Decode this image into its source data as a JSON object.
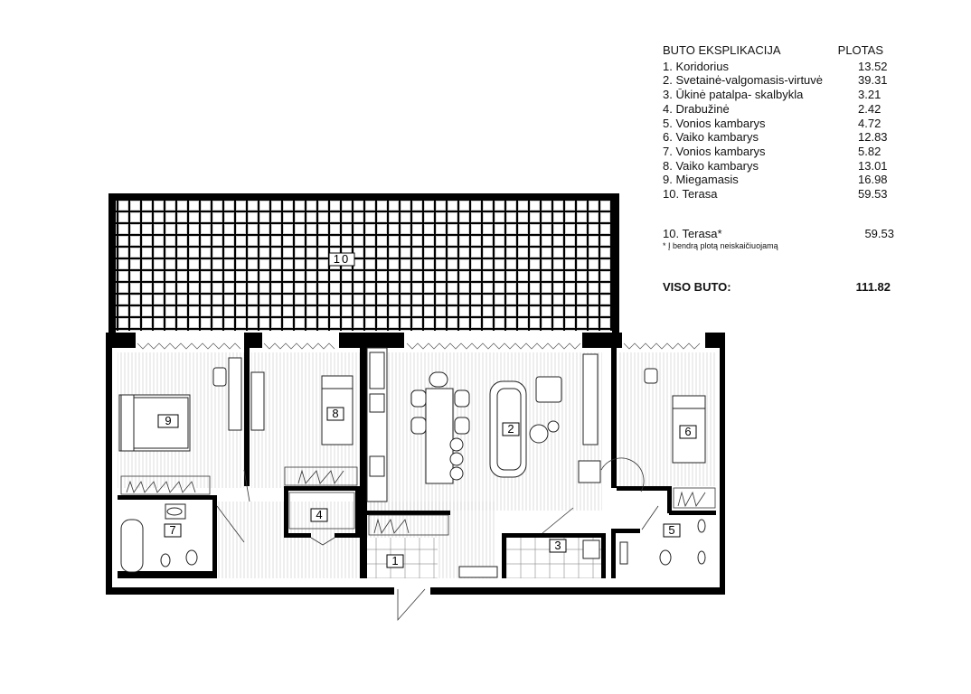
{
  "explication": {
    "title": "BUTO EKSPLIKACIJA",
    "area_header": "PLOTAS",
    "rooms": [
      {
        "name": "1. Koridorius",
        "area": "13.52"
      },
      {
        "name": "2. Svetainė-valgomasis-virtuvė",
        "area": "39.31"
      },
      {
        "name": "3. Ūkinė patalpa- skalbykla",
        "area": "3.21"
      },
      {
        "name": "4. Drabužinė",
        "area": "2.42"
      },
      {
        "name": "5. Vonios kambarys",
        "area": "4.72"
      },
      {
        "name": "6. Vaiko kambarys",
        "area": "12.83"
      },
      {
        "name": "7. Vonios kambarys",
        "area": "5.82"
      },
      {
        "name": "8. Vaiko kambarys",
        "area": "13.01"
      },
      {
        "name": "9. Miegamasis",
        "area": "16.98"
      },
      {
        "name": "10. Terasa",
        "area": "59.53"
      }
    ],
    "terrace_line": {
      "name": "10. Terasa*",
      "area": "59.53"
    },
    "footnote": "* Į bendrą plotą neiskaičiuojamą",
    "total_label": "VISO BUTO:",
    "total_value": "111.82"
  },
  "plan_labels": {
    "r1": "1",
    "r2": "2",
    "r3": "3",
    "r4": "4",
    "r5": "5",
    "r6": "6",
    "r7": "7",
    "r8": "8",
    "r9": "9",
    "r10": "10"
  }
}
